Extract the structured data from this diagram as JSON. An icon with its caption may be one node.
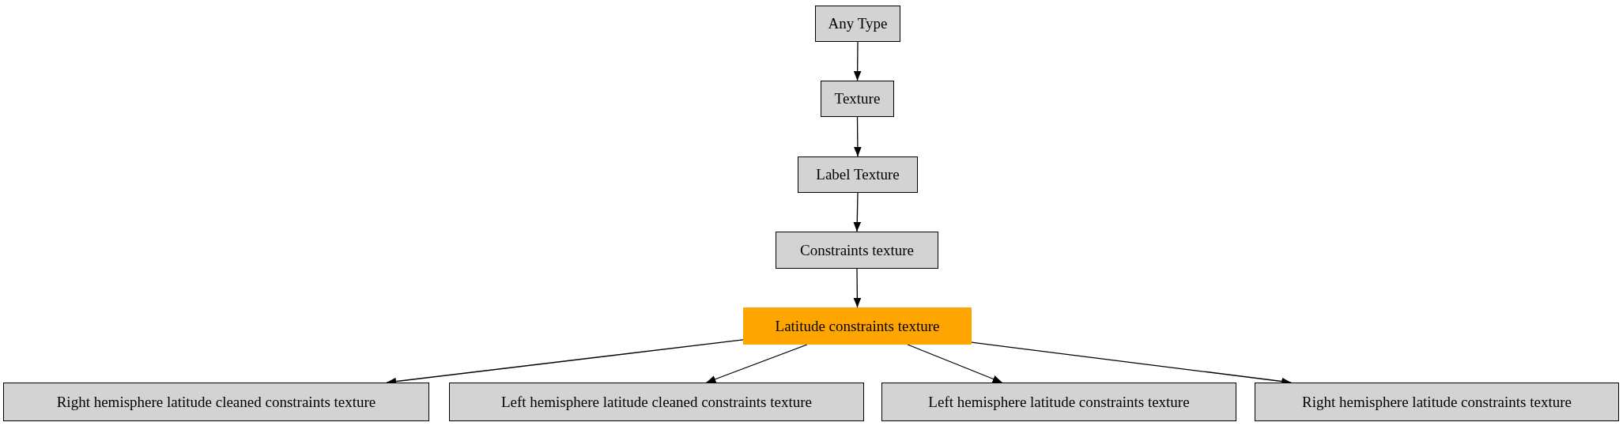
{
  "diagram": {
    "nodes": [
      {
        "text": [
          "Any Type"
        ]
      },
      {
        "text": [
          "Texture"
        ]
      },
      {
        "text": [
          "Label Texture"
        ]
      },
      {
        "text": [
          "Constraints texture"
        ]
      },
      {
        "text": [
          "Latitude constraints texture"
        ]
      },
      {
        "text": [
          "Right hemisphere latitude cleaned constraints texture"
        ]
      },
      {
        "text": [
          "Left hemisphere latitude cleaned constraints texture"
        ]
      },
      {
        "text": [
          "Left hemisphere latitude constraints texture"
        ]
      },
      {
        "text": [
          "Right hemisphere latitude constraints texture"
        ]
      }
    ],
    "edges": [
      {
        "from": 0,
        "to": 1,
        "arrow": "to"
      },
      {
        "from": 1,
        "to": 2,
        "arrow": "to"
      },
      {
        "from": 2,
        "to": 3,
        "arrow": "to"
      },
      {
        "from": 3,
        "to": 4,
        "arrow": "to"
      },
      {
        "from": 4,
        "to": 5,
        "arrow": "to"
      },
      {
        "from": 4,
        "to": 6,
        "arrow": "to"
      },
      {
        "from": 4,
        "to": 7,
        "arrow": "to"
      },
      {
        "from": 4,
        "to": 8,
        "arrow": "to"
      }
    ]
  }
}
